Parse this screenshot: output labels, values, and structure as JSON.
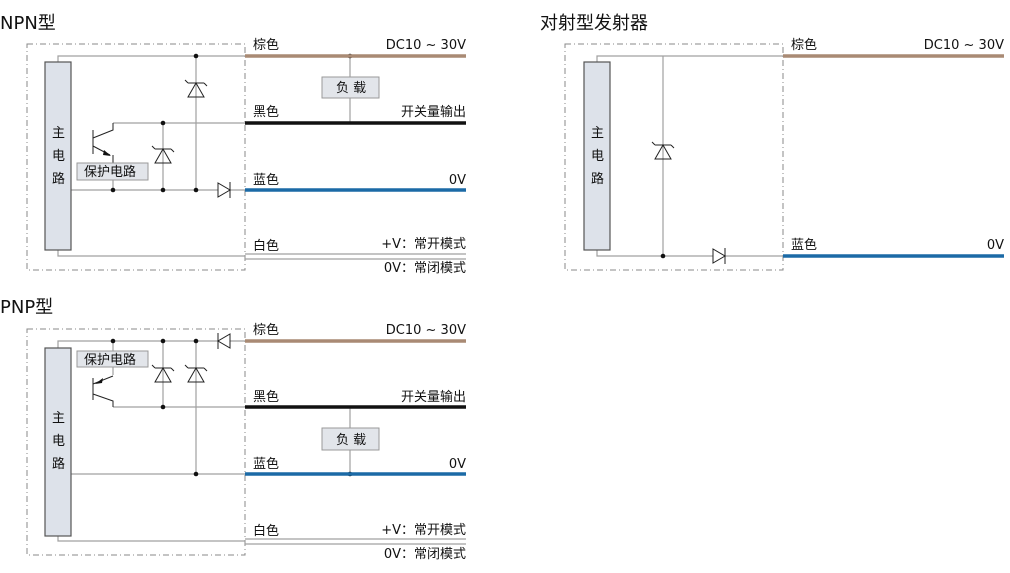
{
  "colors": {
    "brown": "#a98a74",
    "black": "#111111",
    "blue": "#1b6aa6",
    "white_wire": "#a0a0a0"
  },
  "npn": {
    "title": "NPN型",
    "main_circuit": [
      "主",
      "电",
      "路"
    ],
    "protection": "保护电路",
    "load": "负 载",
    "wires": {
      "brown": "棕色",
      "brown_value": "DC10 ~ 30V",
      "black": "黑色",
      "black_value": "开关量输出",
      "blue": "蓝色",
      "blue_value": "0V",
      "white": "白色",
      "white_value_1": "+V：常开模式",
      "white_value_2": "0V：常闭模式"
    }
  },
  "pnp": {
    "title": "PNP型",
    "main_circuit": [
      "主",
      "电",
      "路"
    ],
    "protection": "保护电路",
    "load": "负 载",
    "wires": {
      "brown": "棕色",
      "brown_value": "DC10 ~ 30V",
      "black": "黑色",
      "black_value": "开关量输出",
      "blue": "蓝色",
      "blue_value": "0V",
      "white": "白色",
      "white_value_1": "+V：常开模式",
      "white_value_2": "0V：常闭模式"
    }
  },
  "emitter": {
    "title": "对射型发射器",
    "main_circuit": [
      "主",
      "电",
      "路"
    ],
    "wires": {
      "brown": "棕色",
      "brown_value": "DC10 ~ 30V",
      "blue": "蓝色",
      "blue_value": "0V"
    }
  }
}
